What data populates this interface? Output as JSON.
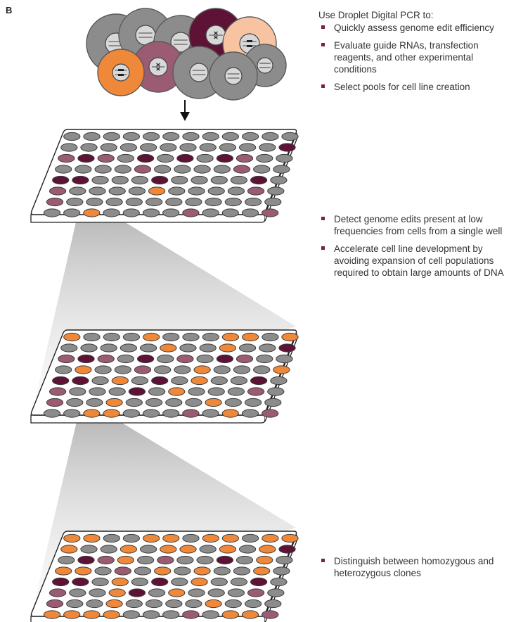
{
  "panel_label": "B",
  "colors": {
    "grey": "#8c8c8c",
    "plum": "#5e1336",
    "mauve": "#9b5b73",
    "orange": "#f0883a",
    "peach": "#f8c3a0",
    "bullet": "#7a1f4a"
  },
  "cell_cluster": {
    "cell_colors": [
      "grey",
      "grey",
      "grey",
      "plum",
      "peach",
      "grey",
      "mauve",
      "orange",
      "grey",
      "grey"
    ]
  },
  "plates": [
    {
      "rows": [
        "GGGGGGGGGGGG",
        "GGGGGGGGGGGP",
        "MPMGPGPGPMGG",
        "GGGGMGGGGMGG",
        "PPGGGPGGGGPG",
        "MGGGGOGGGGMG",
        "MGGGGGGGGGGG",
        "GGOGGGGMGGGM"
      ]
    },
    {
      "rows": [
        "OGGGOGGGOOGO",
        "GGGGGOGGOGGP",
        "MPMGPGMGPMGG",
        "GOGGMGGOGGGO",
        "PPGOGPGOGGPG",
        "MGGGPGOGGGMG",
        "MGGOGGGGOGGG",
        "GGOOGGGMGOGM"
      ]
    },
    {
      "rows": [
        "OOGGOOGOOGOO",
        "OGGOGOOGOGOP",
        "GPMOGMGGPGOG",
        "OOGMGOGOGGOG",
        "PPGOGPGOGGPG",
        "MGGOPGOGGGMG",
        "MGGOGGGGOGGG",
        "OOOOGGGMGOOM"
      ]
    }
  ],
  "text_blocks": [
    {
      "intro": "Use Droplet Digital PCR to:",
      "bullets": [
        "Quickly assess genome edit efficiency",
        "Evaluate guide RNAs, transfection reagents, and other experimental conditions",
        "Select pools for cell line creation"
      ]
    },
    {
      "intro": "",
      "bullets": [
        "Detect genome edits present at low frequencies from cells from a single well",
        "Accelerate cell line development by avoiding expansion of cell populations required to obtain large amounts of DNA"
      ]
    },
    {
      "intro": "",
      "bullets": [
        "Distinguish between homozygous and heterozygous clones"
      ]
    }
  ]
}
